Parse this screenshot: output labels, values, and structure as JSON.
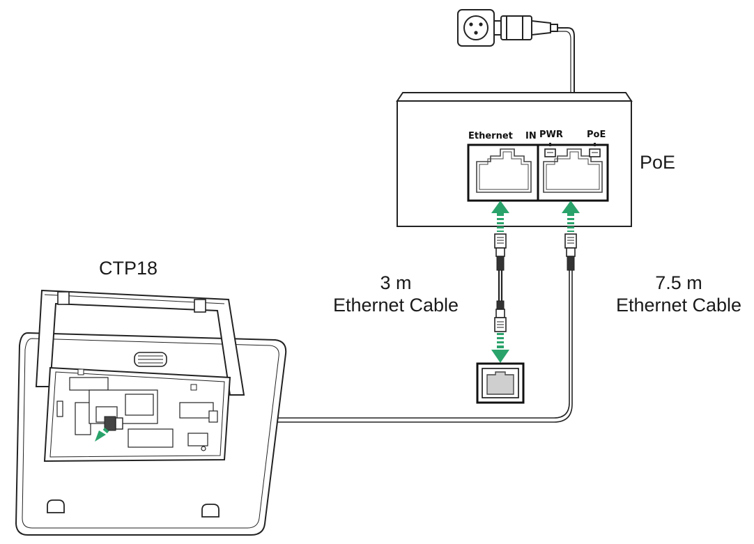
{
  "labels": {
    "poe": "PoE",
    "device": "CTP18",
    "cable_short_length": "3 m",
    "cable_short_type": "Ethernet Cable",
    "cable_long_length": "7.5 m",
    "cable_long_type": "Ethernet Cable"
  },
  "poe_ports": {
    "ethernet": "Ethernet",
    "in": "IN",
    "pwr": "PWR",
    "poe": "PoE"
  },
  "colors": {
    "outline": "#222222",
    "arrow": "#2aa36b"
  }
}
